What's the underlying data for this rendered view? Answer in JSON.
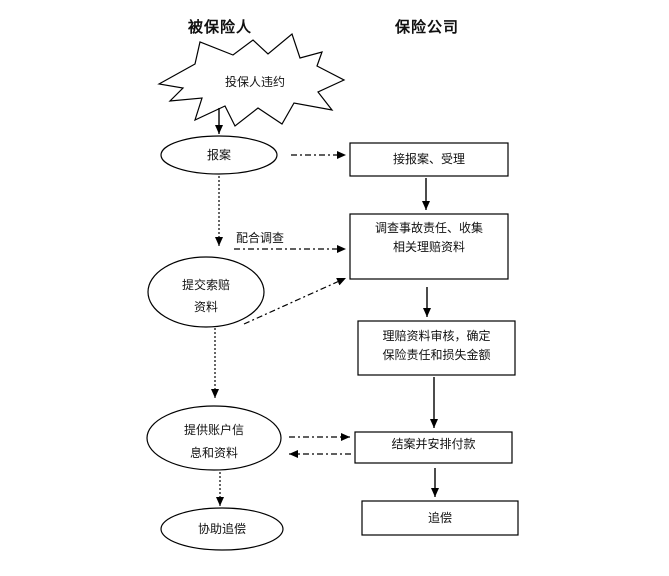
{
  "headers": {
    "insured": "被保险人",
    "insurer": "保险公司"
  },
  "insured_steps": {
    "breach": "投保人违约",
    "report": "报案",
    "submit_line1": "提交索赔",
    "submit_line2": "资料",
    "provide_line1": "提供账户信",
    "provide_line2": "息和资料",
    "assist": "协助追偿"
  },
  "insurer_steps": {
    "accept": "接报案、受理",
    "investigate_line1": "调查事故责任、收集",
    "investigate_line2": "相关理赔资料",
    "review_line1": "理赔资料审核，确定",
    "review_line2": "保险责任和损失金额",
    "settle": "结案并安排付款",
    "recover": "追偿"
  },
  "edge_labels": {
    "cooperate": "配合调查"
  }
}
